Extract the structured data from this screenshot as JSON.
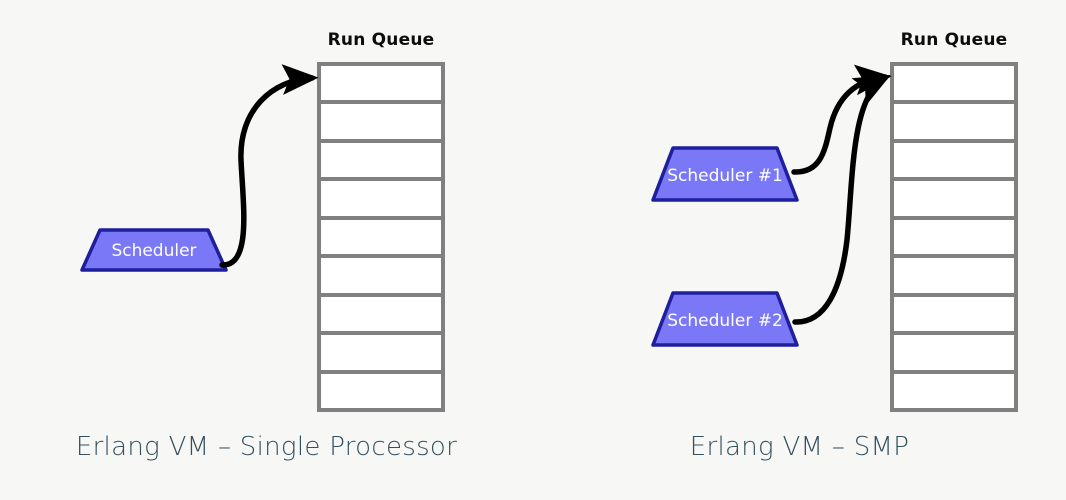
{
  "background_color": "#f7f7f5",
  "theme": {
    "queue_border": "#808080",
    "queue_cell_fill": "#ffffff",
    "scheduler_fill": "#7b78f8",
    "scheduler_stroke": "#1f1f9e",
    "scheduler_text": "#ffffff",
    "arrow_color": "#000000",
    "caption_color": "#33505f",
    "queue_title_color": "#0d0d0d"
  },
  "panels": [
    {
      "id": "single",
      "caption": "Erlang VM – Single Processor",
      "queue": {
        "title": "Run Queue",
        "cell_count": 9,
        "cells": [
          "",
          "",
          "",
          "",
          "",
          "",
          "",
          "",
          ""
        ]
      },
      "schedulers": [
        {
          "label": "Scheduler"
        }
      ],
      "arrows": [
        {
          "from": "Scheduler",
          "to": "Run Queue"
        }
      ]
    },
    {
      "id": "smp",
      "caption": "Erlang VM – SMP",
      "queue": {
        "title": "Run Queue",
        "cell_count": 9,
        "cells": [
          "",
          "",
          "",
          "",
          "",
          "",
          "",
          "",
          ""
        ]
      },
      "schedulers": [
        {
          "label": "Scheduler #1"
        },
        {
          "label": "Scheduler #2"
        }
      ],
      "arrows": [
        {
          "from": "Scheduler #1",
          "to": "Run Queue"
        },
        {
          "from": "Scheduler #2",
          "to": "Run Queue"
        }
      ]
    }
  ]
}
